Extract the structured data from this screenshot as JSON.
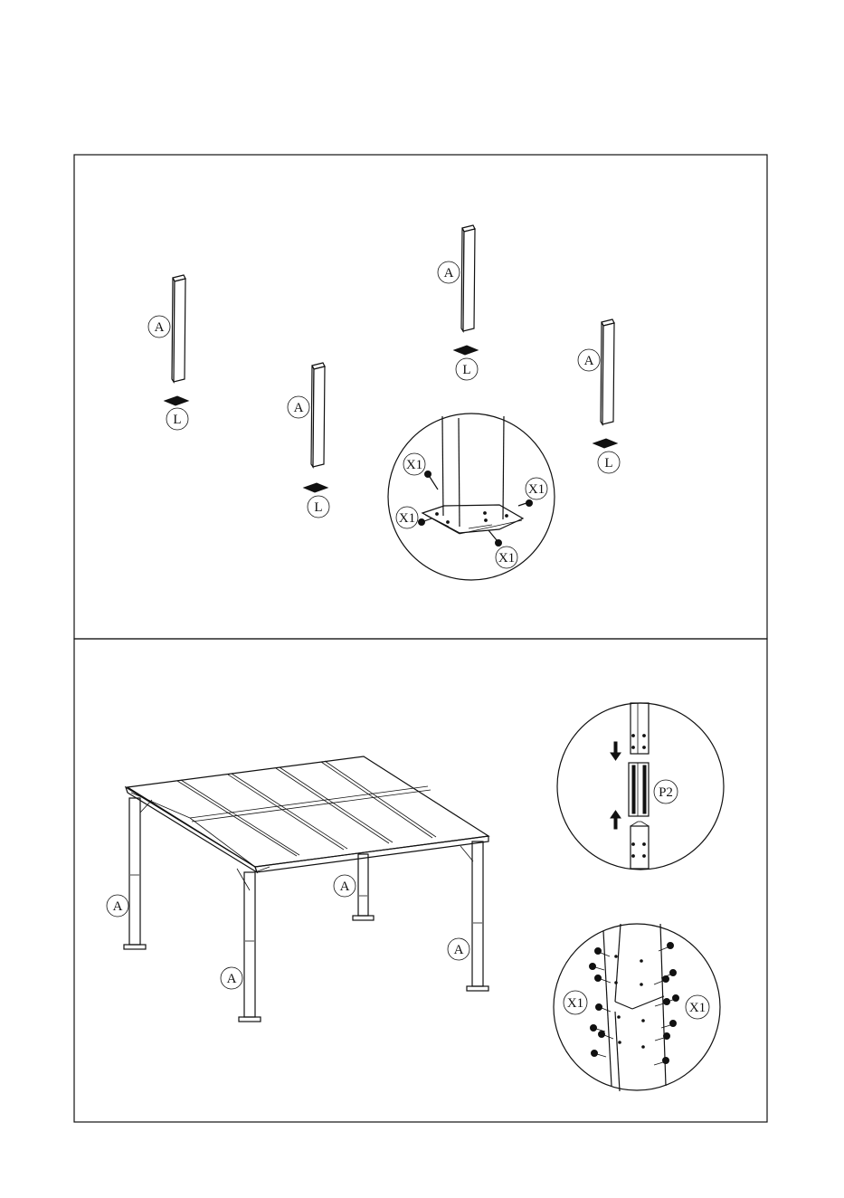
{
  "labels": {
    "post": "A",
    "base_plate": "L",
    "screw": "X1",
    "connector": "P2"
  },
  "panel_top": {
    "posts": [
      {
        "post_label": "A",
        "base_label": "L"
      },
      {
        "post_label": "A",
        "base_label": "L"
      },
      {
        "post_label": "A",
        "base_label": "L"
      },
      {
        "post_label": "A",
        "base_label": "L"
      }
    ],
    "detail_callouts": [
      "X1",
      "X1",
      "X1",
      "X1"
    ]
  },
  "panel_bottom": {
    "gazebo_post_labels": [
      "A",
      "A",
      "A",
      "A"
    ],
    "connector_callout": "P2",
    "screw_callouts": [
      "X1",
      "X1"
    ]
  },
  "colors": {
    "line": "#111111",
    "background": "#ffffff"
  }
}
